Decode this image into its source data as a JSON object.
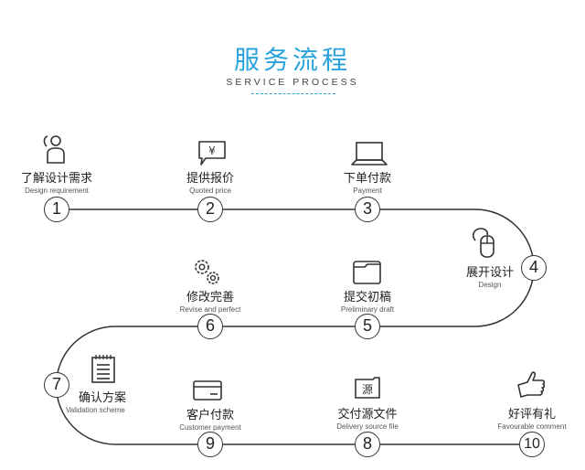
{
  "header": {
    "title": "服务流程",
    "subtitle": "SERVICE PROCESS"
  },
  "colors": {
    "accent": "#2aa3dc",
    "line": "#333333"
  },
  "steps": [
    {
      "number": "1",
      "cn": "了解设计需求",
      "en": "Design requirement",
      "icon": "user-phone-icon"
    },
    {
      "number": "2",
      "cn": "提供报价",
      "en": "Quoted price",
      "icon": "yen-speech-bubble-icon"
    },
    {
      "number": "3",
      "cn": "下单付款",
      "en": "Payment",
      "icon": "laptop-icon"
    },
    {
      "number": "4",
      "cn": "展开设计",
      "en": "Design",
      "icon": "mouse-icon"
    },
    {
      "number": "5",
      "cn": "提交初稿",
      "en": "Preliminary draft",
      "icon": "folder-icon"
    },
    {
      "number": "6",
      "cn": "修改完善",
      "en": "Revise and perfect",
      "icon": "gears-icon"
    },
    {
      "number": "7",
      "cn": "确认方案",
      "en": "Validation scheme",
      "icon": "notepad-icon"
    },
    {
      "number": "8",
      "cn": "交付源文件",
      "en": "Delivery source file",
      "icon": "source-folder-icon",
      "icon_text": "源"
    },
    {
      "number": "9",
      "cn": "客户付款",
      "en": "Customer payment",
      "icon": "credit-card-icon"
    },
    {
      "number": "10",
      "cn": "好评有礼",
      "en": "Favourable comment",
      "icon": "thumbs-up-icon"
    }
  ]
}
